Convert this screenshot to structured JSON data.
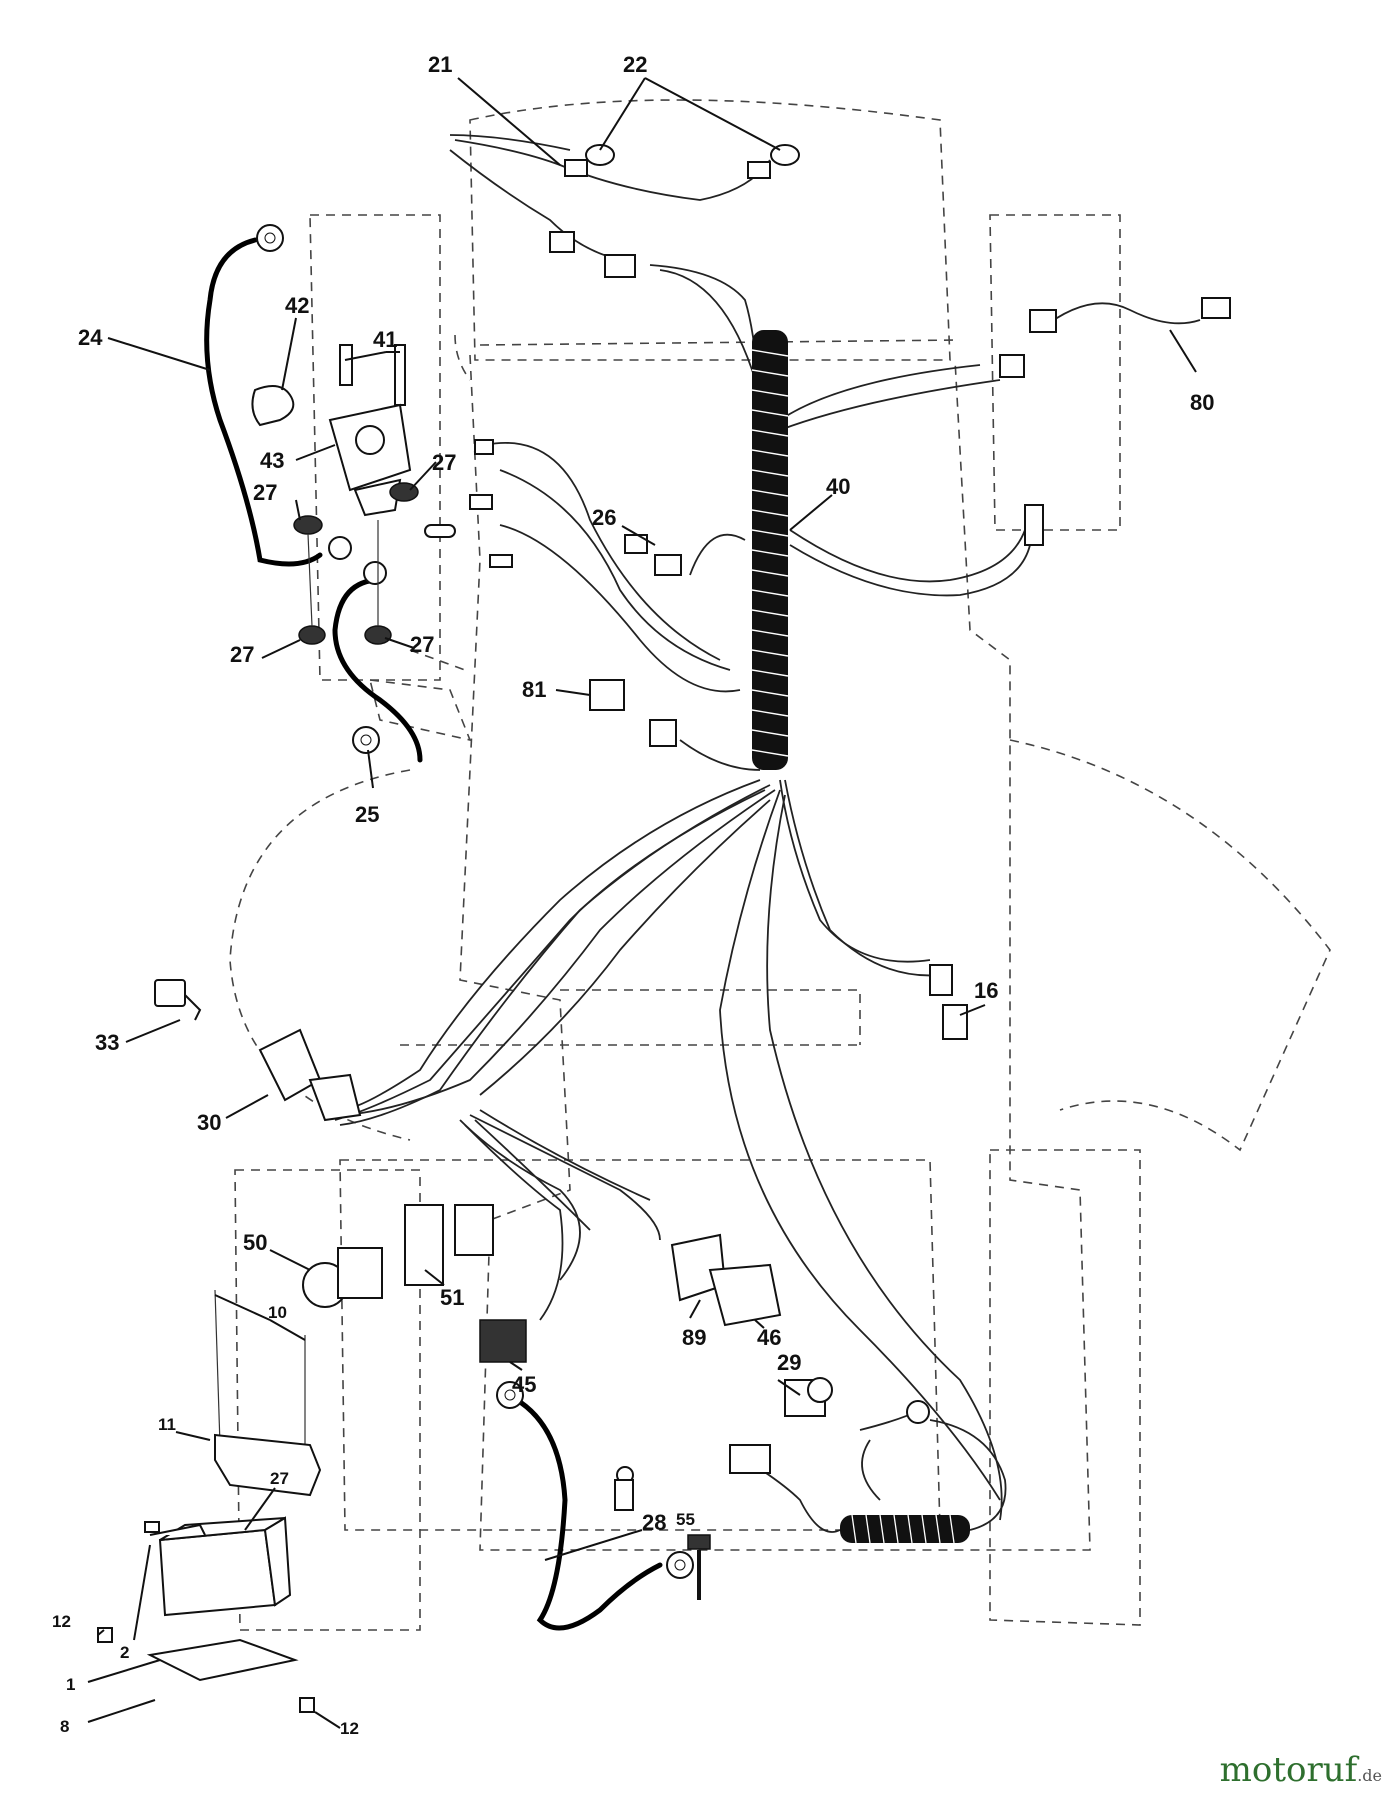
{
  "callouts": {
    "c21": "21",
    "c22": "22",
    "c24": "24",
    "c42": "42",
    "c41": "41",
    "c43": "43",
    "c27a": "27",
    "c27b": "27",
    "c27c": "27",
    "c27d": "27",
    "c40": "40",
    "c26": "26",
    "c80": "80",
    "c81": "81",
    "c25": "25",
    "c33": "33",
    "c30": "30",
    "c16": "16",
    "c50": "50",
    "c51": "51",
    "c10": "10",
    "c11": "11",
    "c27e": "27",
    "c89": "89",
    "c46": "46",
    "c45": "45",
    "c29": "29",
    "c28": "28",
    "c55": "55",
    "c12a": "12",
    "c2": "2",
    "c1": "1",
    "c8": "8",
    "c12b": "12"
  },
  "watermark": {
    "text": "motoruf",
    "suffix": ".de"
  }
}
